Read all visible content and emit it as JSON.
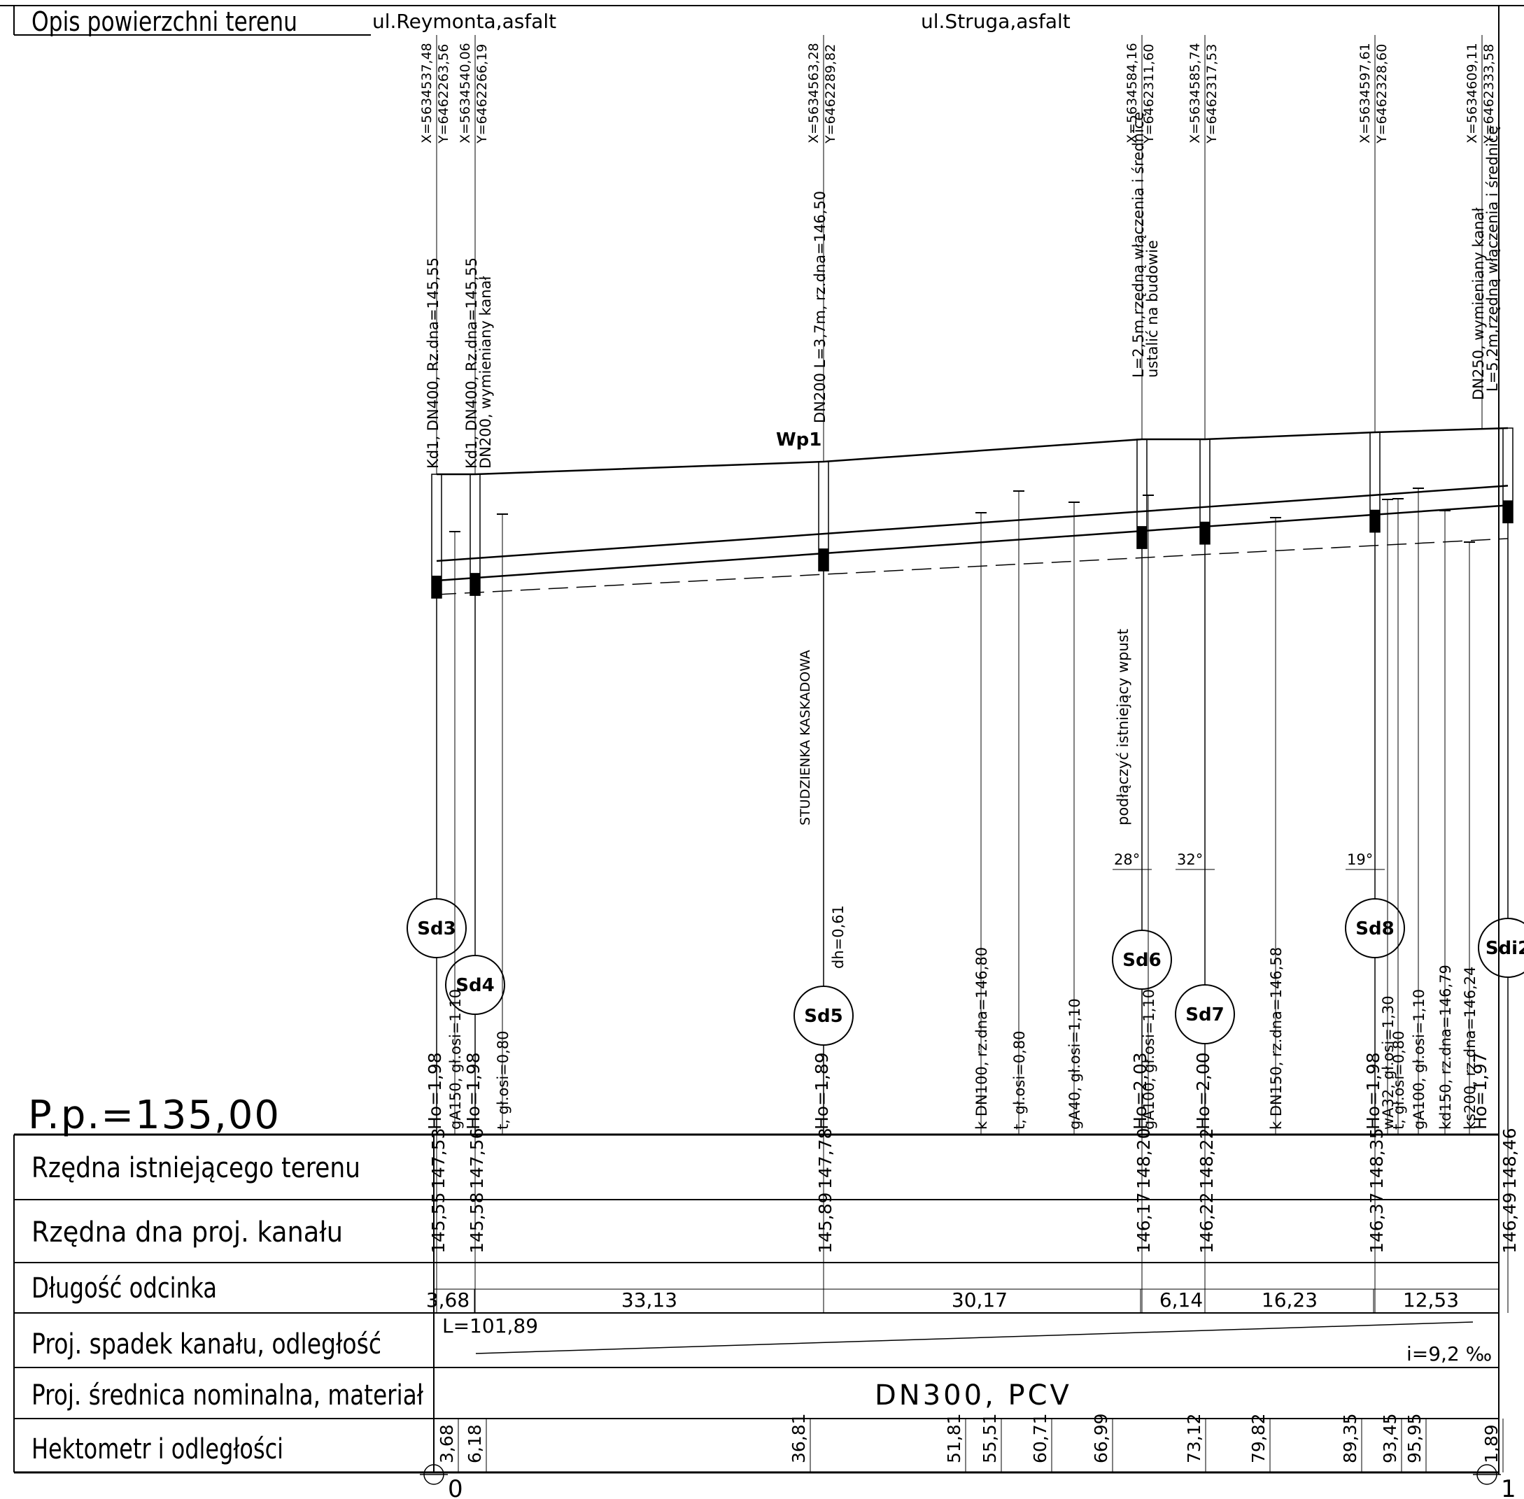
{
  "header": {
    "surface_label": "Opis powierzchni terenu",
    "street1": "ul.Reymonta,asfalt",
    "street2": "ul.Struga,asfalt"
  },
  "datum": "P.p.=135,00",
  "rows": {
    "terrain": "Rzędna istniejącego terenu",
    "invert": "Rzędna dna proj. kanału",
    "length": "Długość odcinka",
    "slope": "Proj. spadek kanału, odległość",
    "diameter": "Proj. średnica nominalna, materiał",
    "hectometer": "Hektometr i odległości"
  },
  "profile": {
    "total_length": "L=101,89",
    "slope": "i=9,2 ‰",
    "material": "DN300, PCV",
    "hecto_start": "0",
    "hecto_end": "1"
  },
  "wells": [
    {
      "id": "Sd3",
      "x": "X=5634537,48",
      "y": "Y=6462263,56",
      "ho": "Ho=1,98",
      "terrain": "147,53",
      "invert": "145,55",
      "conn": "Kd1, DN400, Rz.dna=145,55"
    },
    {
      "id": "Sd4",
      "x": "X=5634540,06",
      "y": "Y=6462266,19",
      "ho": "Ho=1,98",
      "terrain": "147,56",
      "invert": "145,58",
      "conn": "Kd1, DN400, Rz.dna=145,55",
      "conn2": "DN200, wymieniany kanał"
    },
    {
      "id": "Sd5",
      "x": "X=5634563,28",
      "y": "Y=6462289,82",
      "ho": "Ho=1,89",
      "terrain": "147,78",
      "invert": "145,89",
      "conn": "DN200 L=3,7m, rz.dna=146,50",
      "extra": "dh=0,61",
      "note": "STUDZIENKA KASKADOWA",
      "tag": "Wp1"
    },
    {
      "id": "Sd6",
      "x": "X=5634584,16",
      "y": "Y=6462311,60",
      "ho": "Ho=2,03",
      "terrain": "148,20",
      "invert": "146,17",
      "conn": "L=2,5m,rzędną włączenia i średnicę",
      "conn2": "ustalić na budowie",
      "note": "podłączyć istniejący wpust",
      "angle": "28°"
    },
    {
      "id": "Sd7",
      "x": "X=5634585,74",
      "y": "Y=6462317,53",
      "ho": "Ho=2,00",
      "terrain": "148,22",
      "invert": "146,22",
      "angle": "32°"
    },
    {
      "id": "Sd8",
      "x": "X=5634597,61",
      "y": "Y=6462328,60",
      "ho": "Ho=1,98",
      "terrain": "148,35",
      "invert": "146,37",
      "angle": "19°"
    },
    {
      "id": "Sdi2",
      "x": "X=5634609,11",
      "y": "Y=6462333,58",
      "ho": "Ho=1,97",
      "terrain": "148,46",
      "invert": "146,49",
      "conn": "DN250, wymieniany kanał",
      "conn2": "L=5,2m,rzędną włączenia i średnicę"
    }
  ],
  "crossings": [
    {
      "label": "gA150, gł.osi=1,10"
    },
    {
      "label": "t, gł.osi=0,80"
    },
    {
      "label": "k DN100, rz.dna=146,80"
    },
    {
      "label": "t, gł.osi=0,80"
    },
    {
      "label": "gA40, gł.osi=1,10"
    },
    {
      "label": "gA100, gł.osi=1,10"
    },
    {
      "label": "k DN150, rz.dna=146,58"
    },
    {
      "label": "wA32, gł.osi=1,30"
    },
    {
      "label": "t, gł.osi=0,80"
    },
    {
      "label": "gA100, gł.osi=1,10"
    },
    {
      "label": "kd150, rz.dna=146,79"
    },
    {
      "label": "ks200, rz.dna=146,24"
    }
  ],
  "segments": [
    "3,68",
    "33,13",
    "30,17",
    "6,14",
    "16,23",
    "12,53"
  ],
  "hecto": [
    "3,68",
    "6,18",
    "36,81",
    "51,81",
    "55,51",
    "60,71",
    "66,99",
    "73,12",
    "79,82",
    "89,35",
    "93,45",
    "95,95",
    "1,89"
  ]
}
